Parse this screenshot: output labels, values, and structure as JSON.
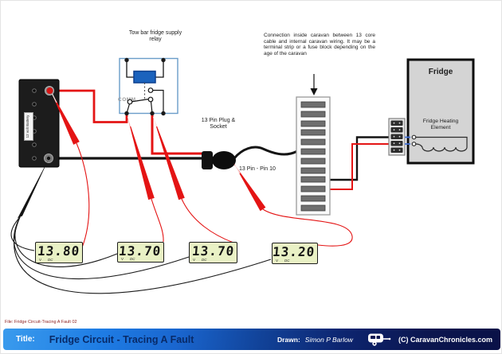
{
  "colors": {
    "wire_red": "#e41414",
    "wire_black": "#141414",
    "relay_border_blue": "#6a9cc9",
    "coil_blue": "#1b63bd",
    "lcd_background": "#e9f1c5",
    "bar_bright_blue": "#1e7ce4",
    "bar_navy": "#0a1147",
    "file_note_red": "#8b1d1d"
  },
  "battery": {
    "label": "12 volt Battery"
  },
  "relay": {
    "caption": "Tow bar fridge supply relay",
    "comm": "COMM"
  },
  "plug": {
    "caption": "13 Pin Plug & Socket",
    "pin_note": "13 Pin - Pin 10"
  },
  "junction_note": "Connection inside caravan between 13 core cable and internal caravan wiring. It may be a terminal strip or a fuse block depending on the age of the caravan",
  "fridge": {
    "title": "Fridge",
    "element": "Fridge Heating Element"
  },
  "meters": [
    {
      "value": "13.80",
      "unit": "V",
      "mode": "DC"
    },
    {
      "value": "13.70",
      "unit": "V",
      "mode": "DC"
    },
    {
      "value": "13.70",
      "unit": "V",
      "mode": "DC"
    },
    {
      "value": "13.20",
      "unit": "V",
      "mode": "DC"
    }
  ],
  "footer": {
    "file_note": "File: Fridge Circuit-Tracing A Fault 02",
    "title_label": "Title:",
    "title": "Fridge Circuit - Tracing A Fault",
    "drawn_label": "Drawn:",
    "author": "Simon P Barlow",
    "copyright": "(C) CaravanChronicles.com"
  }
}
